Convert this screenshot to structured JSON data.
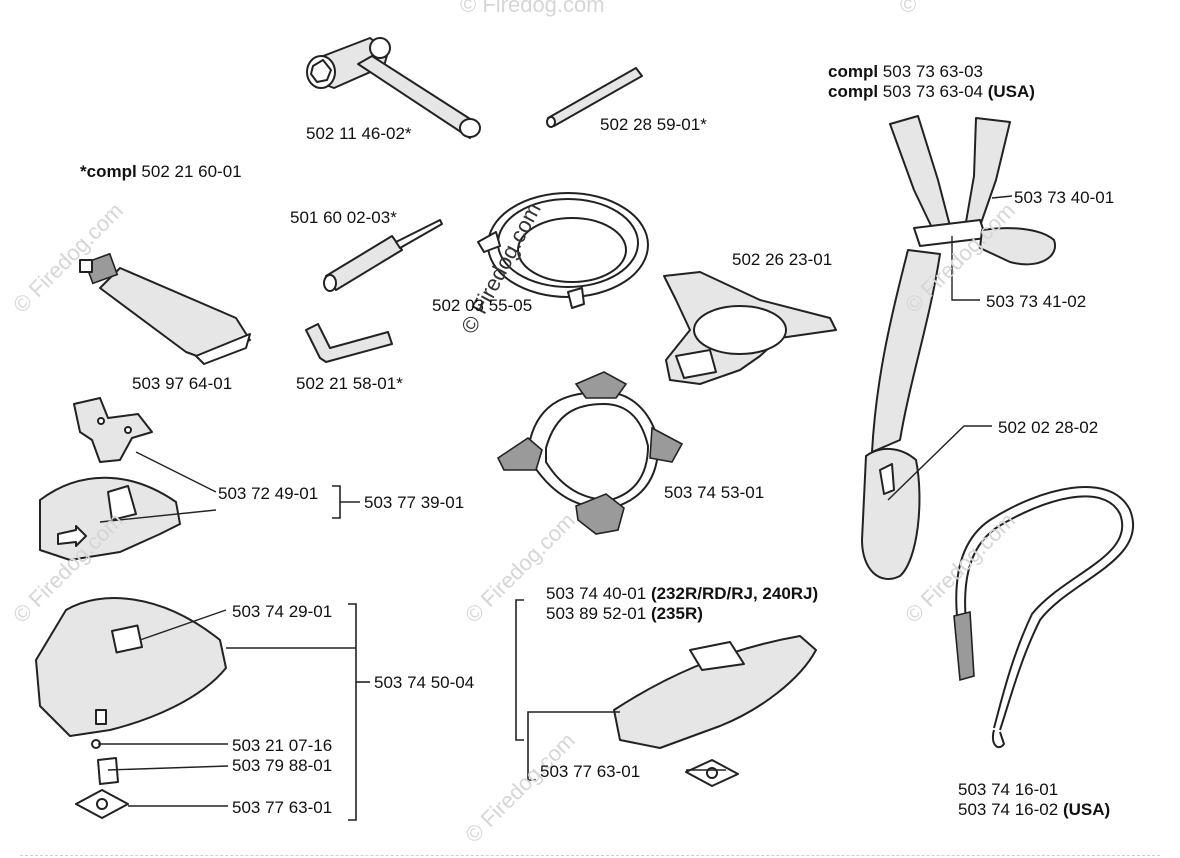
{
  "watermark": "© Firedog.com",
  "labels": {
    "wrench": "502 11 46-02*",
    "rod": "502 28 59-01*",
    "kit_prefix": "*compl",
    "kit": "502 21 60-01",
    "screwdriver": "501 60 02-03*",
    "ring": "502 03 55-05",
    "grease": "503 97 64-01",
    "hexkey": "502 21 58-01*",
    "support": "502 26 23-01",
    "harness_prefix1": "compl",
    "harness1": "503 73 63-03",
    "harness_prefix2": "compl",
    "harness2": "503 73 63-04",
    "harness2_note": "(USA)",
    "buckle": "503 73 40-01",
    "hip_pad": "503 73 41-02",
    "hook_pad": "502 02 28-02",
    "bracket_small": "503 72 49-01",
    "guard_small_kit": "503 77 39-01",
    "harness_frame": "503 74 53-01",
    "guard_big_plate": "503 74 29-01",
    "guard_big_kit": "503 74 50-04",
    "guard_big_screw": "503 21 07-16",
    "guard_big_label": "503 79 88-01",
    "guard_big_mount": "503 77 63-01",
    "guard_r_1": "503 74 40-01",
    "guard_r_1_note": "(232R/RD/RJ, 240RJ)",
    "guard_r_2": "503 89 52-01",
    "guard_r_2_note": "(235R)",
    "guard_r_mount": "503 77 63-01",
    "strap1": "503 74 16-01",
    "strap2": "503 74 16-02",
    "strap2_note": "(USA)"
  }
}
